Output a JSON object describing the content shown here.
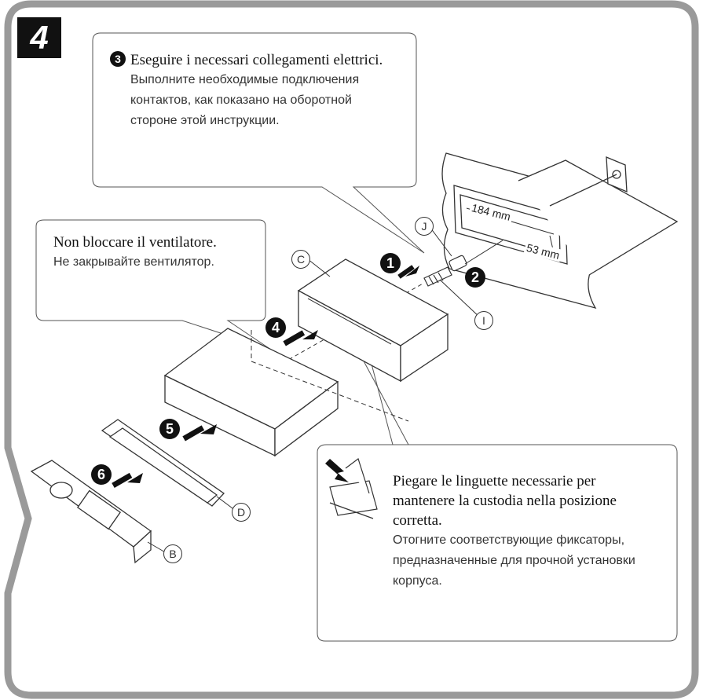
{
  "step_number": "4",
  "notes": {
    "wiring": {
      "marker": "3",
      "it": "Eseguire i necessari collegamenti elettrici.",
      "ru_lines": [
        "Выполните необходимые подключения",
        "контактов, как показано на оборотной",
        "стороне этой инструкции."
      ]
    },
    "fan": {
      "it": "Non bloccare il ventilatore.",
      "ru": "Не закрывайте вентилятор."
    },
    "tabs": {
      "it_lines": [
        "Piegare le linguette necessarie per",
        "mantenere la custodia nella posizione",
        "corretta."
      ],
      "ru_lines": [
        "Отогните соответствующие фиксаторы,",
        "предназначенные для прочной установки",
        "корпуса."
      ]
    }
  },
  "step_markers": [
    "1",
    "2",
    "4",
    "5",
    "6"
  ],
  "part_labels": [
    "J",
    "C",
    "I",
    "D",
    "B"
  ],
  "dimensions": {
    "width": "184 mm",
    "height": "53 mm"
  }
}
